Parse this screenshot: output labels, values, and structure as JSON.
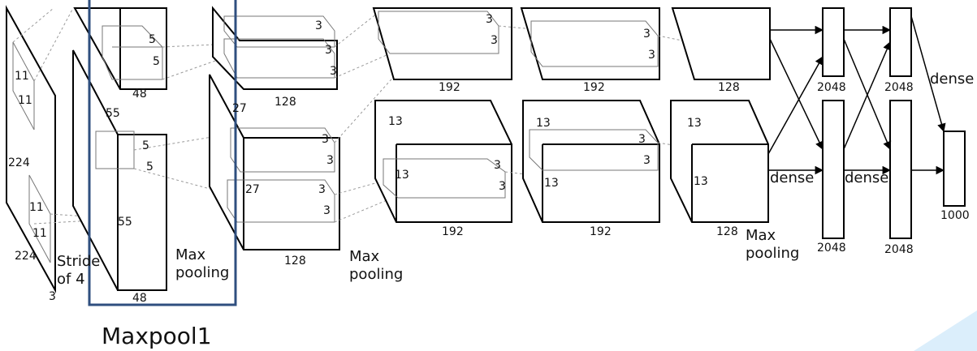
{
  "labels": {
    "in_11a": "11",
    "in_11b": "11",
    "in_224a": "224",
    "in_11c": "11",
    "in_11d": "11",
    "in_224b": "224",
    "in_3": "3",
    "stride1": "Stride",
    "stride2": "of 4",
    "c1_5a": "5",
    "c1_5b": "5",
    "c1_48top": "48",
    "c1_55a": "55",
    "c1_5c": "5",
    "c1_5d": "5",
    "c1_55b": "55",
    "c1_48bot": "48",
    "mp1a": "Max",
    "mp1b": "pooling",
    "c2_3a": "3",
    "c2_3b": "3",
    "c2_3c": "3",
    "c2_128top": "128",
    "c2_27a": "27",
    "c2_3d": "3",
    "c2_3e": "3",
    "c2_27b": "27",
    "c2_3f": "3",
    "c2_3g": "3",
    "c2_128bot": "128",
    "mp2a": "Max",
    "mp2b": "pooling",
    "c3_3a": "3",
    "c3_3b": "3",
    "c3_192top": "192",
    "c3_13a": "13",
    "c3_13b": "13",
    "c3_3c": "3",
    "c3_3d": "3",
    "c3_192bot": "192",
    "c4_3a": "3",
    "c4_3b": "3",
    "c4_192top": "192",
    "c4_13a": "13",
    "c4_3c": "3",
    "c4_3d": "3",
    "c4_13b": "13",
    "c4_192bot": "192",
    "c5_128top": "128",
    "c5_13a": "13",
    "c5_13b": "13",
    "c5_128bot": "128",
    "mp3a": "Max",
    "mp3b": "pooling",
    "dense1": "dense",
    "dense2": "dense",
    "dense3": "dense",
    "fc1_top": "2048",
    "fc1_bot": "2048",
    "fc2_top": "2048",
    "fc2_bot": "2048",
    "out": "1000"
  },
  "highlight": {
    "caption": "Maxpool1",
    "color": "#2f4f7f"
  },
  "accent_color": "#dbeefb"
}
